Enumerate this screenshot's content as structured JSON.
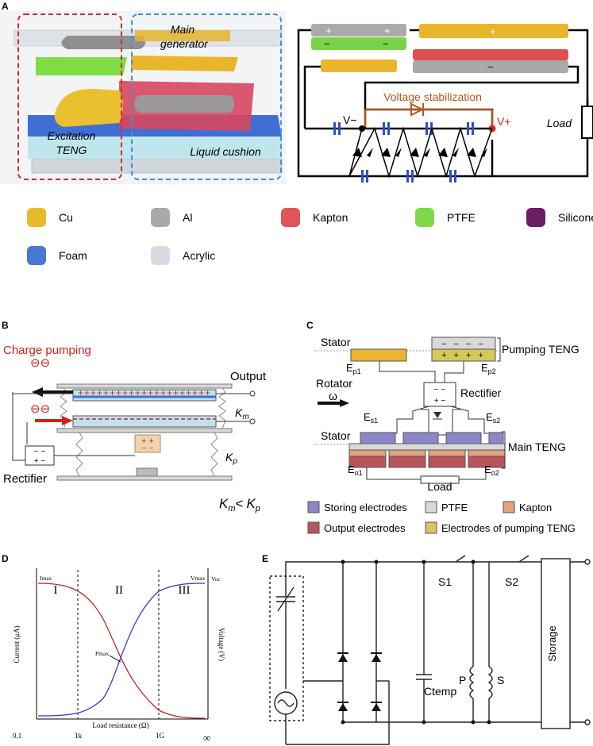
{
  "panels": {
    "a": {
      "letter": "A",
      "main_generator": "Main\ngenerator",
      "excitation_teng": "Excitation\nTENG",
      "liquid_cushion": "Liquid cushion",
      "voltage_stabilization": "Voltage stabilization",
      "v_minus": "V−",
      "v_plus": "V+",
      "load": "Load",
      "plus": "+",
      "minus": "−"
    },
    "b": {
      "letter": "B",
      "charge_pumping": "Charge pumping",
      "output": "Output",
      "rectifier": "Rectifier",
      "km": "K",
      "km_sub": "m",
      "kp": "K",
      "kp_sub": "p",
      "relation_lt": "<",
      "charge_symbol": "⊖⊖"
    },
    "c": {
      "letter": "C",
      "stator_top": "Stator",
      "stator_bottom": "Stator",
      "pumping_teng": "Pumping TENG",
      "main_teng": "Main TENG",
      "rotator": "Rotator",
      "omega": "ω",
      "rectifier": "Rectifier",
      "load": "Load",
      "ep1": "E",
      "ep1_sub": "p1",
      "ep2": "E",
      "ep2_sub": "p2",
      "es1": "E",
      "es1_sub": "s1",
      "es2": "E",
      "es2_sub": "s2",
      "eo1": "E",
      "eo1_sub": "o1",
      "eo2": "E",
      "eo2_sub": "o2",
      "legend": [
        {
          "label": "Storing electrodes",
          "color": "#8b86c8"
        },
        {
          "label": "PTFE",
          "color": "#d9d9d9"
        },
        {
          "label": "Kapton",
          "color": "#e2a27a"
        },
        {
          "label": "Output electrodes",
          "color": "#b8555a"
        },
        {
          "label": "Electrodes of pumping TENG",
          "color": "#e0c060"
        }
      ]
    },
    "d": {
      "letter": "D",
      "region_1": "I",
      "region_2": "II",
      "region_3": "III",
      "imax": "Imax",
      "vmax": "Vmax",
      "voc": "Voc",
      "pmax": "Pmax",
      "ylabel_left": "Current (μA)",
      "ylabel_right": "Voltage (V)",
      "xlabel": "Load resistance (Ω)",
      "xticks": [
        "0,1",
        "1k",
        "1G",
        "∞"
      ]
    },
    "e": {
      "letter": "E",
      "s1": "S1",
      "s2": "S2",
      "p": "P",
      "s": "S",
      "ctemp": "Ctemp",
      "storage": "Storage"
    }
  },
  "materials_legend": [
    {
      "label": "Cu",
      "color": "#e9b92c"
    },
    {
      "label": "Al",
      "color": "#a9a9a9"
    },
    {
      "label": "Kapton",
      "color": "#e0545a"
    },
    {
      "label": "PTFE",
      "color": "#7fd94a"
    },
    {
      "label": "Silicone",
      "color": "#6a1e63"
    },
    {
      "label": "Foam",
      "color": "#4a76d6"
    },
    {
      "label": "Acrylic",
      "color": "#d5dde2"
    }
  ],
  "colors": {
    "circuit_blue": "#2f4fc6",
    "stabilization_orange": "#b8561b",
    "charge_red": "#d0201e",
    "curve_red": "#c0261f",
    "curve_blue": "#3a36d0",
    "dashed_red": "#d42a2a",
    "dashed_blue": "#3e8fe0"
  }
}
